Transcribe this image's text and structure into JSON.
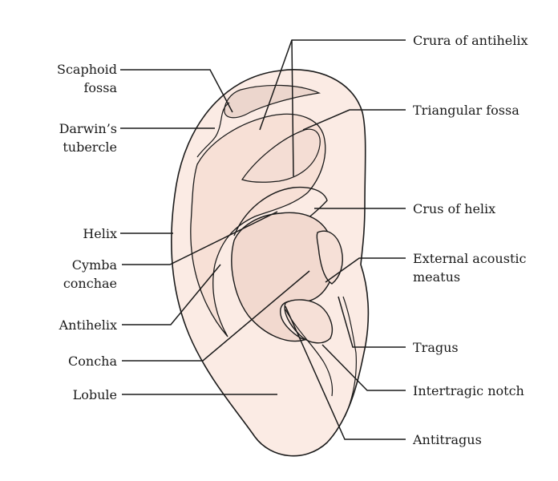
{
  "colors": {
    "skin": "#fbebe4",
    "skin_shadow": "#ecd6cd",
    "outline": "#1a1a1a",
    "leader": "#1a1a1a",
    "text": "#1a1a1a"
  },
  "labels": {
    "scaphoid_fossa": "Scaphoid\nfossa",
    "darwins_tubercle": "Darwin’s\ntubercle",
    "helix": "Helix",
    "cymba_conchae": "Cymba\nconchae",
    "antihelix": "Antihelix",
    "concha": "Concha",
    "lobule": "Lobule",
    "crura_of_antihelix": "Crura of antihelix",
    "triangular_fossa": "Triangular fossa",
    "crus_of_helix": "Crus of helix",
    "external_acoustic_meatus": "External acoustic\nmeatus",
    "tragus": "Tragus",
    "intertragic_notch": "Intertragic notch",
    "antitragus": "Antitragus"
  }
}
